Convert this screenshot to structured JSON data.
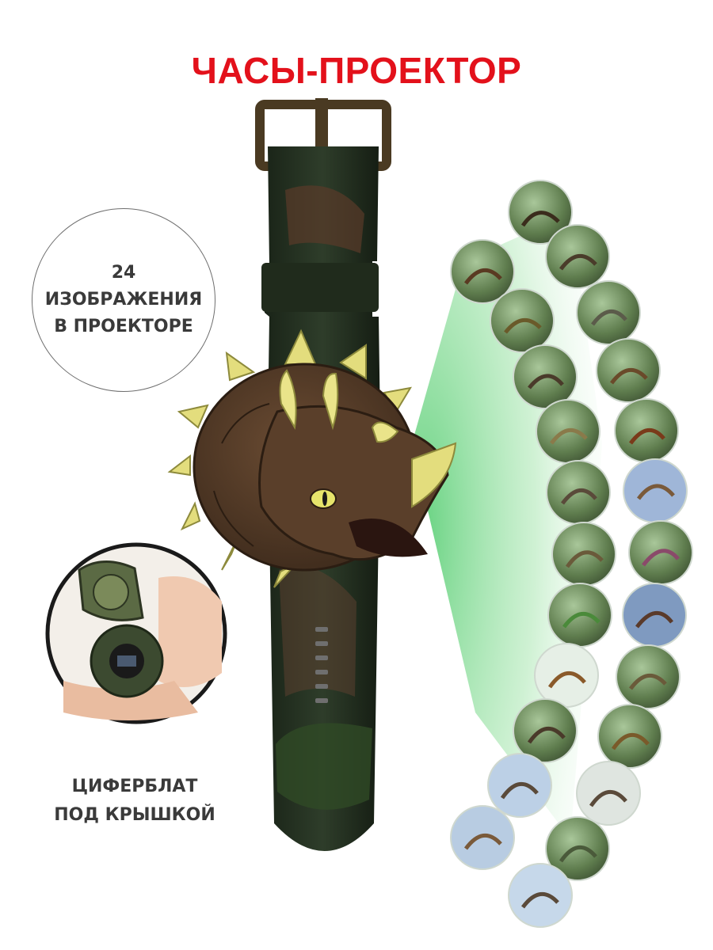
{
  "header": {
    "title": "ЧАСЫ-ПРОЕКТОР"
  },
  "badge": {
    "line1": "24",
    "line2": "ИЗОБРАЖЕНИЯ",
    "line3": "В ПРОЕКТОРЕ"
  },
  "dial_caption": {
    "line1": "ЦИФЕРБЛАТ",
    "line2": "ПОД КРЫШКОЙ"
  },
  "projection": {
    "count": 24
  },
  "colors": {
    "title": "#e3111b",
    "text": "#3a3a3a",
    "beam": "#7fd98a",
    "strap": "#1f2a1c",
    "head": "#4a3322",
    "horn": "#e6e07a"
  }
}
